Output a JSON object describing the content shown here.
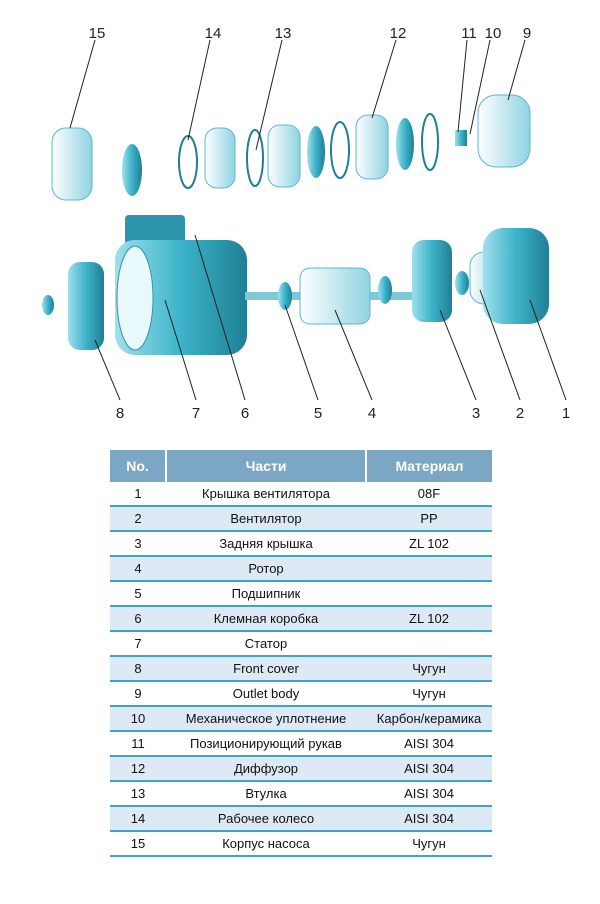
{
  "callouts": {
    "top": [
      "15",
      "14",
      "13",
      "12",
      "11",
      "10",
      "9"
    ],
    "bottom": [
      "8",
      "7",
      "6",
      "5",
      "4",
      "3",
      "2",
      "1"
    ]
  },
  "colors": {
    "part": "#3db3c9",
    "part_dark": "#1f7f95",
    "header": "#7ba7c5",
    "row_alt": "#dde9f4",
    "rule": "#3ca3cc"
  },
  "table": {
    "headers": [
      "No.",
      "Части",
      "Материал"
    ],
    "rows": [
      [
        "1",
        "Крышка вентилятора",
        "08F"
      ],
      [
        "2",
        "Вентилятор",
        "PP"
      ],
      [
        "3",
        "Задняя крышка",
        "ZL 102"
      ],
      [
        "4",
        "Ротор",
        ""
      ],
      [
        "5",
        "Подшипник",
        ""
      ],
      [
        "6",
        "Клемная коробка",
        "ZL 102"
      ],
      [
        "7",
        "Статор",
        ""
      ],
      [
        "8",
        "Front cover",
        "Чугун"
      ],
      [
        "9",
        "Outlet body",
        "Чугун"
      ],
      [
        "10",
        "Механическое уплотнение",
        "Карбон/керамика"
      ],
      [
        "11",
        "Позиционирующий рукав",
        "AISI 304"
      ],
      [
        "12",
        "Диффузор",
        "AISI 304"
      ],
      [
        "13",
        "Втулка",
        "AISI 304"
      ],
      [
        "14",
        "Рабочее колесо",
        "AISI 304"
      ],
      [
        "15",
        "Корпус насоса",
        "Чугун"
      ]
    ]
  }
}
